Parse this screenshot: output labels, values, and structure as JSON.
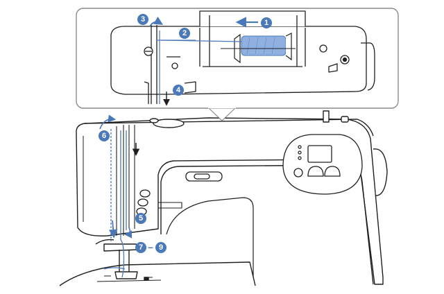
{
  "steps": {
    "s1": "1",
    "s2": "2",
    "s3": "3",
    "s4": "4",
    "s5": "5",
    "s6": "6",
    "s7": "7",
    "range_dash": "–",
    "s9": "9"
  },
  "colors": {
    "line": "#1f1f1f",
    "thread": "#4a78b8",
    "badge": "#4a78b8",
    "spool": "#8fb0e0",
    "inset_border": "#8a8a8a"
  }
}
